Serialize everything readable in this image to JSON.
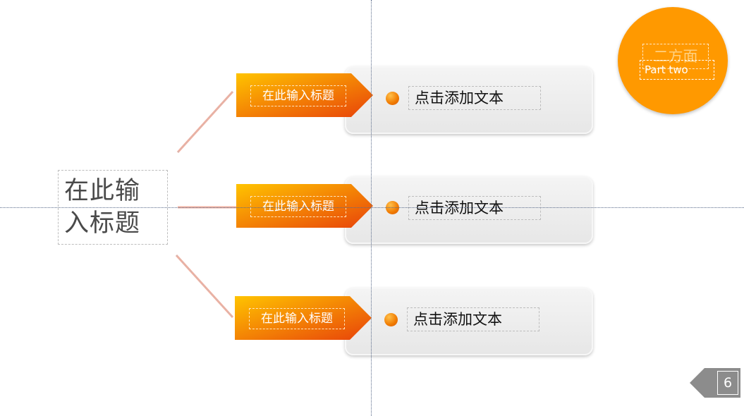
{
  "main_title": {
    "line1": "在此输",
    "line2": "入标题"
  },
  "rows": [
    {
      "tag_label": "在此输入标题",
      "text": "点击添加文本"
    },
    {
      "tag_label": "在此输入标题",
      "text": "点击添加文本"
    },
    {
      "tag_label": "在此输入标题",
      "text": "点击添加文本"
    }
  ],
  "badge": {
    "title": "二方面",
    "subtitle": "Part two"
  },
  "page_number": "6",
  "colors": {
    "orange": "#ff9900",
    "tag_gradient_start": "#ffc400",
    "tag_gradient_end": "#e8420a",
    "card": "#ececec"
  }
}
